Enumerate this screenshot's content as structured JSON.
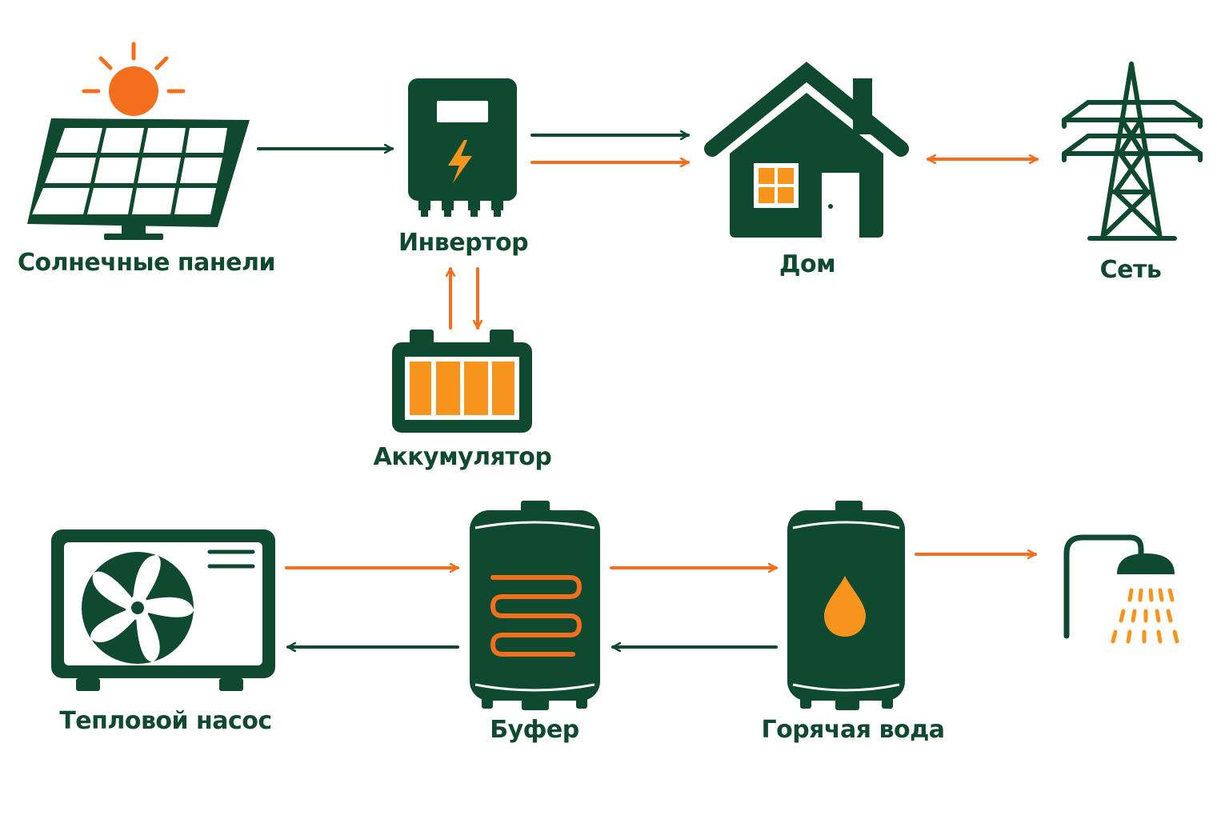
{
  "colors": {
    "primary_dark_green": "#0f4a30",
    "accent_orange": "#f36f1d",
    "fill_orange": "#f7941d",
    "background": "#ffffff"
  },
  "nodes": {
    "solar_panels": {
      "label": "Солнечные панели",
      "icon": "solar-panel-icon"
    },
    "inverter": {
      "label": "Инвертор",
      "icon": "inverter-icon"
    },
    "house": {
      "label": "Дом",
      "icon": "house-icon"
    },
    "grid": {
      "label": "Сеть",
      "icon": "power-pylon-icon"
    },
    "battery": {
      "label": "Аккумулятор",
      "icon": "battery-icon"
    },
    "heat_pump": {
      "label": "Тепловой насос",
      "icon": "heat-pump-icon"
    },
    "buffer": {
      "label": "Буфер",
      "icon": "buffer-tank-icon"
    },
    "hot_water": {
      "label": "Горячая вода",
      "icon": "water-heater-icon"
    },
    "shower": {
      "icon": "shower-icon"
    }
  },
  "connections": [
    {
      "from": "solar_panels",
      "to": "inverter",
      "color": "dark_green",
      "direction": "forward"
    },
    {
      "from": "inverter",
      "to": "house",
      "color": "dark_green",
      "direction": "forward"
    },
    {
      "from": "inverter",
      "to": "house",
      "color": "orange",
      "direction": "forward"
    },
    {
      "from": "house",
      "to": "grid",
      "color": "orange",
      "direction": "bidirectional"
    },
    {
      "from": "battery",
      "to": "inverter",
      "color": "orange",
      "direction": "forward"
    },
    {
      "from": "inverter",
      "to": "battery",
      "color": "orange",
      "direction": "forward"
    },
    {
      "from": "heat_pump",
      "to": "buffer",
      "color": "orange",
      "direction": "forward"
    },
    {
      "from": "buffer",
      "to": "heat_pump",
      "color": "dark_green",
      "direction": "forward"
    },
    {
      "from": "buffer",
      "to": "hot_water",
      "color": "orange",
      "direction": "forward"
    },
    {
      "from": "hot_water",
      "to": "buffer",
      "color": "dark_green",
      "direction": "forward"
    },
    {
      "from": "hot_water",
      "to": "shower",
      "color": "orange",
      "direction": "forward"
    }
  ]
}
